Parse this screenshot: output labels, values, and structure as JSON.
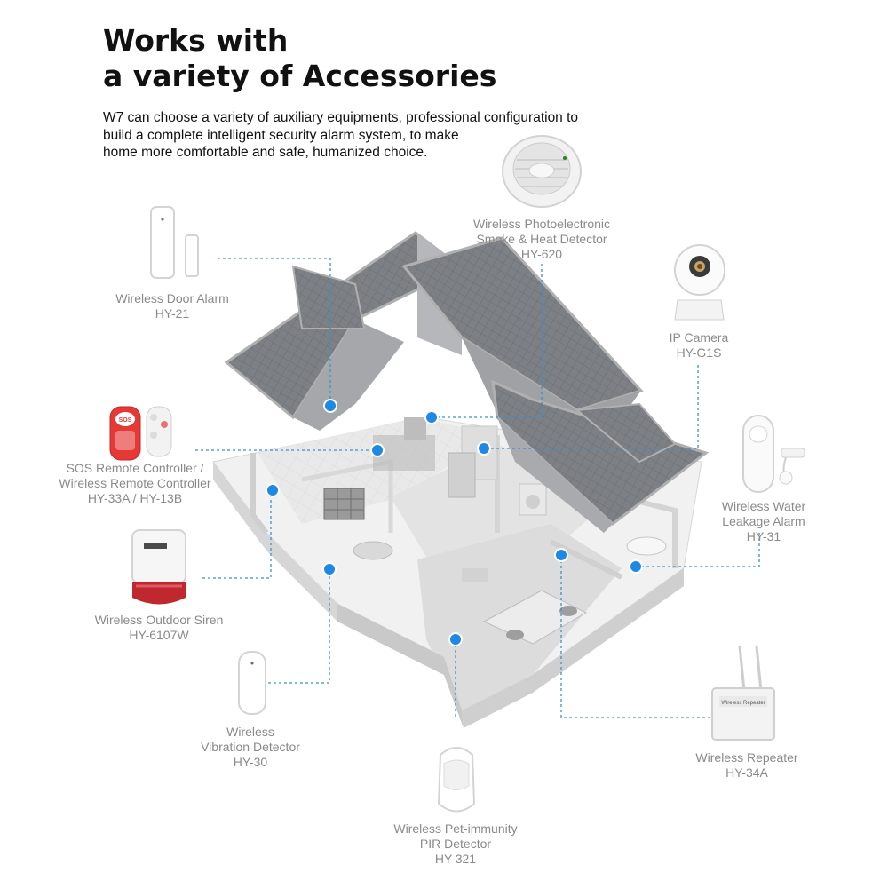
{
  "header": {
    "title_line1": "Works with",
    "title_line2": "a variety of Accessories",
    "intro_line1": "W7 can choose a variety of auxiliary equipments, professional configuration to",
    "intro_line2": "build a complete intelligent security alarm system, to make",
    "intro_line3": "home more comfortable and safe, humanized choice."
  },
  "accessories": {
    "smoke": {
      "line1": "Wireless Photoelectronic",
      "line2": "Smoke & Heat Detector",
      "model": "HY-620",
      "icon": "smoke-detector-icon"
    },
    "door": {
      "line1": "Wireless Door Alarm",
      "model": "HY-21",
      "icon": "door-sensor-icon"
    },
    "camera": {
      "line1": "IP Camera",
      "model": "HY-G1S",
      "icon": "ip-camera-icon"
    },
    "sos": {
      "line1": "SOS Remote Controller /",
      "line2": "Wireless Remote Controller",
      "model": "HY-33A / HY-13B",
      "icon": "remote-controller-icon",
      "button_text": "SOS"
    },
    "water": {
      "line1": "Wireless Water",
      "line2": "Leakage Alarm",
      "model": "HY-31",
      "icon": "water-leak-sensor-icon"
    },
    "siren": {
      "line1": "Wireless Outdoor Siren",
      "model": "HY-6107W",
      "icon": "outdoor-siren-icon"
    },
    "vibration": {
      "line1": "Wireless",
      "line2": "Vibration Detector",
      "model": "HY-30",
      "icon": "vibration-detector-icon"
    },
    "repeater": {
      "line1": "Wireless Repeater",
      "model": "HY-34A",
      "icon": "repeater-icon",
      "device_text": "Wireless Repeater"
    },
    "pir": {
      "line1": "Wireless Pet-immunity",
      "line2": "PIR Detector",
      "model": "HY-321",
      "icon": "pir-detector-icon"
    }
  },
  "colors": {
    "accent": "#1e88e5",
    "leader": "#3a8fd8",
    "label": "#8a8a8a",
    "roof": "#8d8f92",
    "siren_red": "#c0282f",
    "sos_red": "#e53935"
  }
}
